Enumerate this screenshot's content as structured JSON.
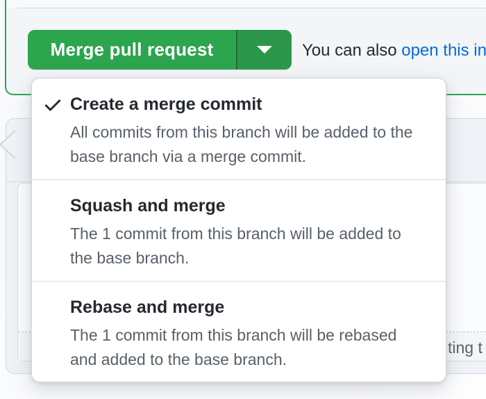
{
  "merge_box": {
    "button_label": "Merge pull request",
    "aside_text": "You can also ",
    "aside_link_text": "open this in"
  },
  "dropdown_menu": {
    "items": [
      {
        "title": "Create a merge commit",
        "checked": true,
        "desc_lines": [
          "All commits from this branch will be added to the",
          "base branch via a merge commit."
        ]
      },
      {
        "title": "Squash and merge",
        "checked": false,
        "desc_lines": [
          "The 1 commit from this branch will be added to",
          "the base branch."
        ]
      },
      {
        "title": "Rebase and merge",
        "checked": false,
        "desc_lines": [
          "The 1 commit from this branch will be rebased",
          "and added to the base branch."
        ]
      }
    ]
  },
  "comment_form": {
    "attach_text_visible_fragment": "ting t"
  },
  "colors": {
    "btn_green": "#2da44e",
    "btn_green_dark": "#2c974b",
    "state_green": "#2da44e",
    "link_blue": "#0969da",
    "title_text": "#24292f",
    "desc_text": "#57606a",
    "border": "#d0d7de"
  }
}
